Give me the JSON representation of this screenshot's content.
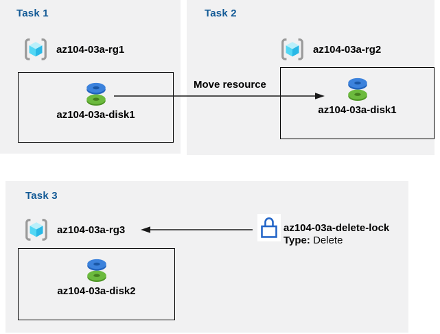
{
  "colors": {
    "panel_bg": "#f1f1f2",
    "title_blue": "#135a96",
    "arrow_black": "#1a1a1a",
    "lock_blue": "#2466c8",
    "rg_bracket_gray": "#9a9a9a",
    "rg_cube_top": "#b9f0fb",
    "rg_cube_left": "#53d7f4",
    "rg_cube_right": "#29b8e6",
    "disk_blue_top": "#3c82dc",
    "disk_blue_side": "#2264be",
    "disk_blue_hole": "#1a57a6",
    "disk_green_top": "#6cba3e",
    "disk_green_side": "#4e9526",
    "disk_green_hole": "#457f1f"
  },
  "tasks": [
    {
      "title": "Task 1",
      "rg_label": "az104-03a-rg1",
      "disk_label": "az104-03a-disk1"
    },
    {
      "title": "Task 2",
      "rg_label": "az104-03a-rg2",
      "disk_label": "az104-03a-disk1"
    },
    {
      "title": "Task 3",
      "rg_label": "az104-03a-rg3",
      "disk_label": "az104-03a-disk2"
    }
  ],
  "arrows": {
    "move_label": "Move resource"
  },
  "lock": {
    "name": "az104-03a-delete-lock",
    "type_label": "Type:",
    "type_value": "Delete"
  },
  "icons": {
    "resource_group": "azure-resource-group-icon",
    "disk": "azure-managed-disk-icon",
    "lock": "delete-lock-icon"
  }
}
